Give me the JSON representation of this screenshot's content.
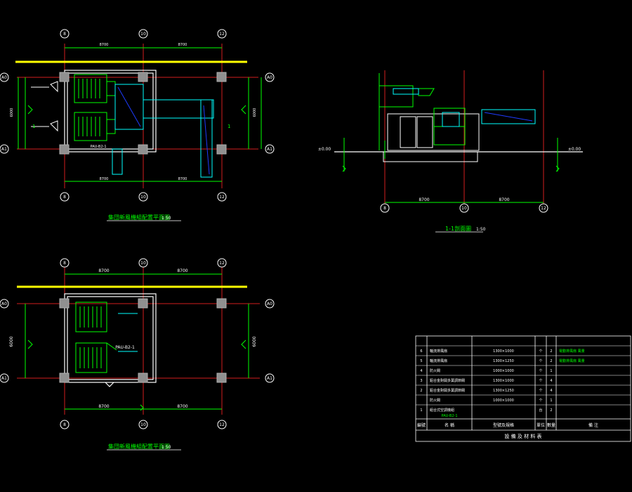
{
  "colors": {
    "background": "#000000",
    "axis_red": "#d21e1e",
    "green": "#00ff00",
    "white": "#ffffff",
    "yellow": "#ffff00",
    "cyan": "#00ffff",
    "blue": "#1e3cff",
    "grey": "#808080"
  },
  "grid_labels": {
    "col_a": "8",
    "col_b": "10",
    "col_c": "12",
    "row_top": "A0",
    "row_bottom": "A1"
  },
  "plan_top": {
    "title": "集団新風機組配置平面圖",
    "scale": "1:50",
    "dim_span_1": "8700",
    "dim_span_2": "8700",
    "dim_height": "6000",
    "section_mark": "1",
    "unit_label": "PAU-B2-1"
  },
  "section": {
    "title": "1-1剖面圖",
    "scale": "1:50",
    "dim_span_1": "8700",
    "dim_span_2": "8700",
    "elev_left": "±0.00",
    "elev_right": "±0.00"
  },
  "plan_bottom": {
    "title": "集団新風機組配置平面圖",
    "scale": "1:50",
    "dim_span_1": "8700",
    "dim_span_2": "8700",
    "dim_height": "6000",
    "unit_label": "PAU-B2-1"
  },
  "schedule": {
    "title": "設 備 及 材 料 表",
    "headers": [
      "編號",
      "名 稱",
      "型號及規格",
      "單位",
      "數量",
      "備 注"
    ],
    "rows": [
      {
        "no": "6",
        "name": "軸流排風扇",
        "spec": "1300×1000",
        "unit": "个",
        "qty": "2",
        "note": "電動排風扇 風量"
      },
      {
        "no": "5",
        "name": "軸流排風扇",
        "spec": "1300×1250",
        "unit": "个",
        "qty": "2",
        "note": "電動排風扇 風量"
      },
      {
        "no": "4",
        "name": "防火閥",
        "spec": "1000×1000",
        "unit": "个",
        "qty": "1",
        "note": ""
      },
      {
        "no": "3",
        "name": "鋁合金對開多葉調節閥",
        "spec": "1300×1000",
        "unit": "个",
        "qty": "4",
        "note": ""
      },
      {
        "no": "2",
        "name": "鋁合金對開多葉調節閥",
        "spec": "1300×1250",
        "unit": "个",
        "qty": "4",
        "note": ""
      },
      {
        "no": "",
        "name": "防火閥",
        "spec": "1000×1000",
        "unit": "个",
        "qty": "1",
        "note": ""
      },
      {
        "no": "1",
        "name": "組合式空調機組",
        "spec": "",
        "unit": "台",
        "qty": "2",
        "note": ""
      }
    ],
    "unit_tag": "PAU-B2-1"
  }
}
